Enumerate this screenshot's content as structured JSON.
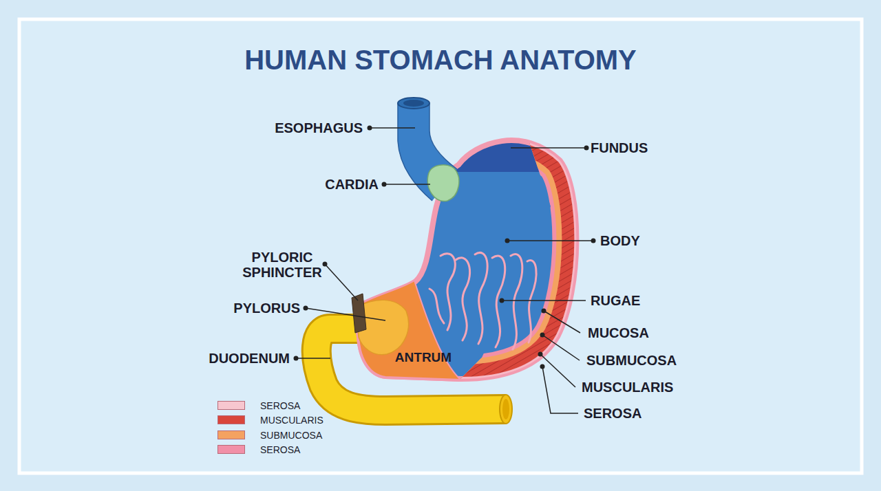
{
  "diagram": {
    "title": "HUMAN STOMACH ANATOMY",
    "nodes": [
      {
        "text": [
          "ANTRUM"
        ]
      }
    ],
    "labels": [
      "ESOPHAGUS",
      "FUNDUS",
      "CARDIA",
      "BODY",
      "PYLORIC SPHINCTER",
      "PYLORUS",
      "RUGAE",
      "MUCOSA",
      "DUODENUM",
      "SUBMUCOSA",
      "MUSCULARIS",
      "SEROSA"
    ],
    "legend": [
      {
        "text": "SEROSA",
        "color": "#f7c6cf"
      },
      {
        "text": "MUSCULARIS",
        "color": "#d9463b"
      },
      {
        "text": "SUBMUCOSA",
        "color": "#f4a261"
      },
      {
        "text": "SEROSA",
        "color": "#f190a8"
      }
    ]
  }
}
